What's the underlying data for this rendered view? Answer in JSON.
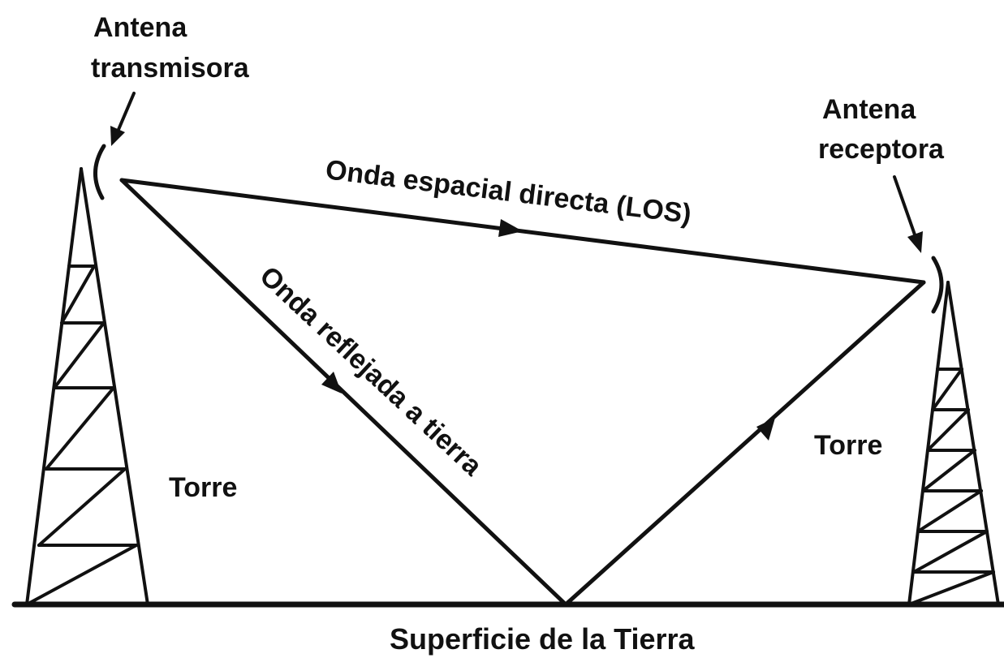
{
  "labels": {
    "tx_antenna": [
      "Antena",
      "transmisora"
    ],
    "rx_antenna": [
      "Antena",
      "receptora"
    ],
    "direct_wave": "Onda espacial directa (LOS)",
    "reflected_wave": "Onda reflejada a tierra",
    "tower_left": "Torre",
    "tower_right": "Torre",
    "ground": "Superficie de la Tierra"
  },
  "colors": {
    "ink": "#111111",
    "background": "#ffffff"
  }
}
